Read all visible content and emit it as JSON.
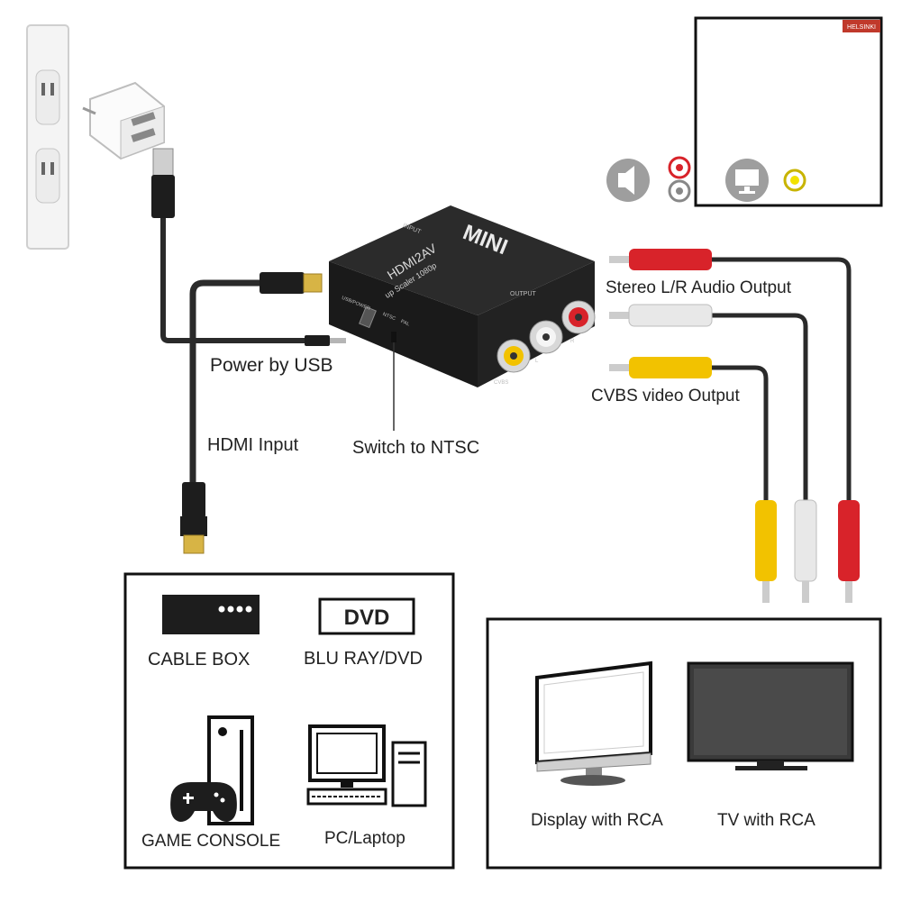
{
  "helsinki_badge": "HELSINKI",
  "device": {
    "brand": "MINI",
    "model": "HDMI2AV",
    "subtitle": "up Scaler 1080p",
    "input_label": "INPUT",
    "output_label": "OUTPUT",
    "port_usbpower": "USB/POWER",
    "port_ntsc": "NTSC",
    "port_pal": "PAL",
    "port_cvbs": "CVBS",
    "port_l": "L",
    "port_r": "R"
  },
  "labels": {
    "power": "Power by USB",
    "hdmi_input": "HDMI Input",
    "switch": "Switch to NTSC",
    "stereo": "Stereo L/R Audio Output",
    "cvbs": "CVBS video Output"
  },
  "sources": {
    "cable_box": "CABLE BOX",
    "dvd_logo": "DVD",
    "blu_ray": "BLU RAY/DVD",
    "game_console": "GAME CONSOLE",
    "pc_laptop": "PC/Laptop"
  },
  "outputs": {
    "display": "Display with RCA",
    "tv": "TV with RCA"
  },
  "colors": {
    "red_plug": "#d8232a",
    "white_plug": "#e6e6e6",
    "yellow_plug": "#f2c200",
    "device_body": "#1c1c1c",
    "cable": "#2a2a2a"
  }
}
